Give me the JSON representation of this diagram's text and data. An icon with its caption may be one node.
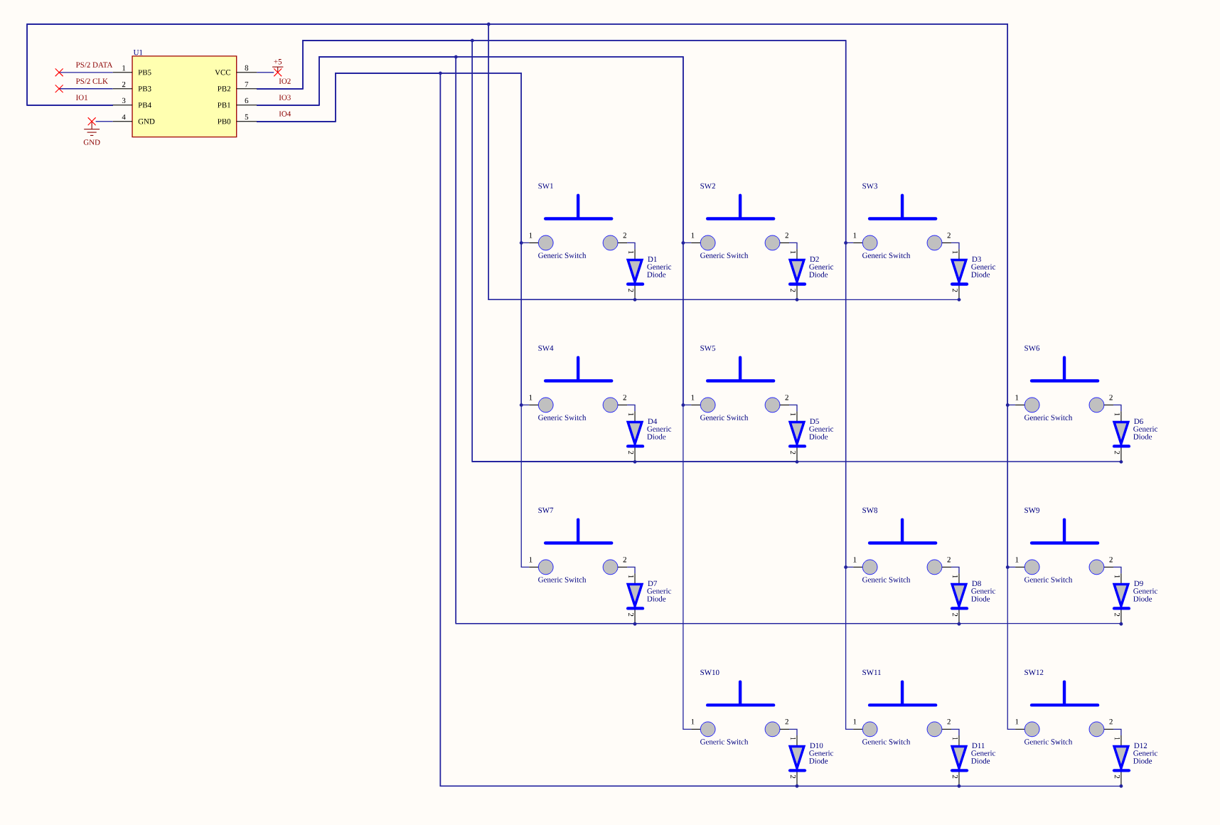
{
  "diagram": {
    "nodes": [
      {
        "text": [
          "U1",
          "PB5",
          "PB3",
          "PB4",
          "GND",
          "VCC",
          "PB2",
          "PB1",
          "PB0",
          "1",
          "2",
          "3",
          "4",
          "8",
          "7",
          "6",
          "5"
        ]
      },
      {
        "text": [
          "SW1",
          "Generic Switch",
          "1",
          "2"
        ]
      },
      {
        "text": [
          "D1",
          "Generic Diode",
          "1",
          "2"
        ]
      },
      {
        "text": [
          "SW2",
          "Generic Switch",
          "1",
          "2"
        ]
      },
      {
        "text": [
          "D2",
          "Generic Diode",
          "1",
          "2"
        ]
      },
      {
        "text": [
          "SW3",
          "Generic Switch",
          "1",
          "2"
        ]
      },
      {
        "text": [
          "D3",
          "Generic Diode",
          "1",
          "2"
        ]
      },
      {
        "text": [
          "SW4",
          "Generic Switch",
          "1",
          "2"
        ]
      },
      {
        "text": [
          "D4",
          "Generic Diode",
          "1",
          "2"
        ]
      },
      {
        "text": [
          "SW5",
          "Generic Switch",
          "1",
          "2"
        ]
      },
      {
        "text": [
          "D5",
          "Generic Diode",
          "1",
          "2"
        ]
      },
      {
        "text": [
          "SW6",
          "Generic Switch",
          "1",
          "2"
        ]
      },
      {
        "text": [
          "D6",
          "Generic Diode",
          "1",
          "2"
        ]
      },
      {
        "text": [
          "SW7",
          "Generic Switch",
          "1",
          "2"
        ]
      },
      {
        "text": [
          "D7",
          "Generic Diode",
          "1",
          "2"
        ]
      },
      {
        "text": [
          "SW8",
          "Generic Switch",
          "1",
          "2"
        ]
      },
      {
        "text": [
          "D8",
          "Generic Diode",
          "1",
          "2"
        ]
      },
      {
        "text": [
          "SW9",
          "Generic Switch",
          "1",
          "2"
        ]
      },
      {
        "text": [
          "D9",
          "Generic Diode",
          "1",
          "2"
        ]
      },
      {
        "text": [
          "SW10",
          "Generic Switch",
          "1",
          "2"
        ]
      },
      {
        "text": [
          "D10",
          "Generic Diode",
          "1",
          "2"
        ]
      },
      {
        "text": [
          "SW11",
          "Generic Switch",
          "1",
          "2"
        ]
      },
      {
        "text": [
          "D11",
          "Generic Diode",
          "1",
          "2"
        ]
      },
      {
        "text": [
          "SW12",
          "Generic Switch",
          "1",
          "2"
        ]
      },
      {
        "text": [
          "D12",
          "Generic Diode",
          "1",
          "2"
        ]
      },
      {
        "text": [
          "+5"
        ]
      },
      {
        "text": [
          "GND"
        ]
      }
    ],
    "edges": [
      {
        "from": 1,
        "to": 2,
        "arrow": "none"
      },
      {
        "from": 3,
        "to": 4,
        "arrow": "none"
      },
      {
        "from": 5,
        "to": 6,
        "arrow": "none"
      },
      {
        "from": 7,
        "to": 8,
        "arrow": "none"
      },
      {
        "from": 9,
        "to": 10,
        "arrow": "none"
      },
      {
        "from": 11,
        "to": 12,
        "arrow": "none"
      },
      {
        "from": 13,
        "to": 14,
        "arrow": "none"
      },
      {
        "from": 15,
        "to": 16,
        "arrow": "none"
      },
      {
        "from": 17,
        "to": 18,
        "arrow": "none"
      },
      {
        "from": 19,
        "to": 20,
        "arrow": "none"
      },
      {
        "from": 21,
        "to": 22,
        "arrow": "none"
      },
      {
        "from": 23,
        "to": 24,
        "arrow": "none"
      },
      {
        "from": 0,
        "to": 1,
        "arrow": "none"
      },
      {
        "from": 0,
        "to": 3,
        "arrow": "none"
      },
      {
        "from": 0,
        "to": 5,
        "arrow": "none"
      },
      {
        "from": 0,
        "to": 7,
        "arrow": "none"
      },
      {
        "from": 0,
        "to": 9,
        "arrow": "none"
      },
      {
        "from": 0,
        "to": 11,
        "arrow": "none"
      },
      {
        "from": 0,
        "to": 13,
        "arrow": "none"
      },
      {
        "from": 0,
        "to": 15,
        "arrow": "none"
      },
      {
        "from": 0,
        "to": 17,
        "arrow": "none"
      },
      {
        "from": 0,
        "to": 19,
        "arrow": "none"
      },
      {
        "from": 0,
        "to": 21,
        "arrow": "none"
      },
      {
        "from": 0,
        "to": 23,
        "arrow": "none"
      },
      {
        "from": 2,
        "to": 0,
        "arrow": "none"
      },
      {
        "from": 4,
        "to": 0,
        "arrow": "none"
      },
      {
        "from": 6,
        "to": 0,
        "arrow": "none"
      },
      {
        "from": 8,
        "to": 0,
        "arrow": "none"
      },
      {
        "from": 10,
        "to": 0,
        "arrow": "none"
      },
      {
        "from": 12,
        "to": 0,
        "arrow": "none"
      },
      {
        "from": 14,
        "to": 0,
        "arrow": "none"
      },
      {
        "from": 16,
        "to": 0,
        "arrow": "none"
      },
      {
        "from": 18,
        "to": 0,
        "arrow": "none"
      },
      {
        "from": 20,
        "to": 0,
        "arrow": "none"
      },
      {
        "from": 22,
        "to": 0,
        "arrow": "none"
      },
      {
        "from": 24,
        "to": 0,
        "arrow": "none"
      },
      {
        "from": null,
        "to": 0,
        "arrow": "none"
      },
      {
        "from": null,
        "to": 0,
        "arrow": "none"
      },
      {
        "from": 25,
        "to": 0,
        "arrow": "none"
      },
      {
        "from": 26,
        "to": 0,
        "arrow": "none"
      }
    ],
    "labels": [
      "PS/2 DATA",
      "PS/2 CLK",
      "IO1",
      "IO2",
      "IO3",
      "IO4"
    ]
  }
}
